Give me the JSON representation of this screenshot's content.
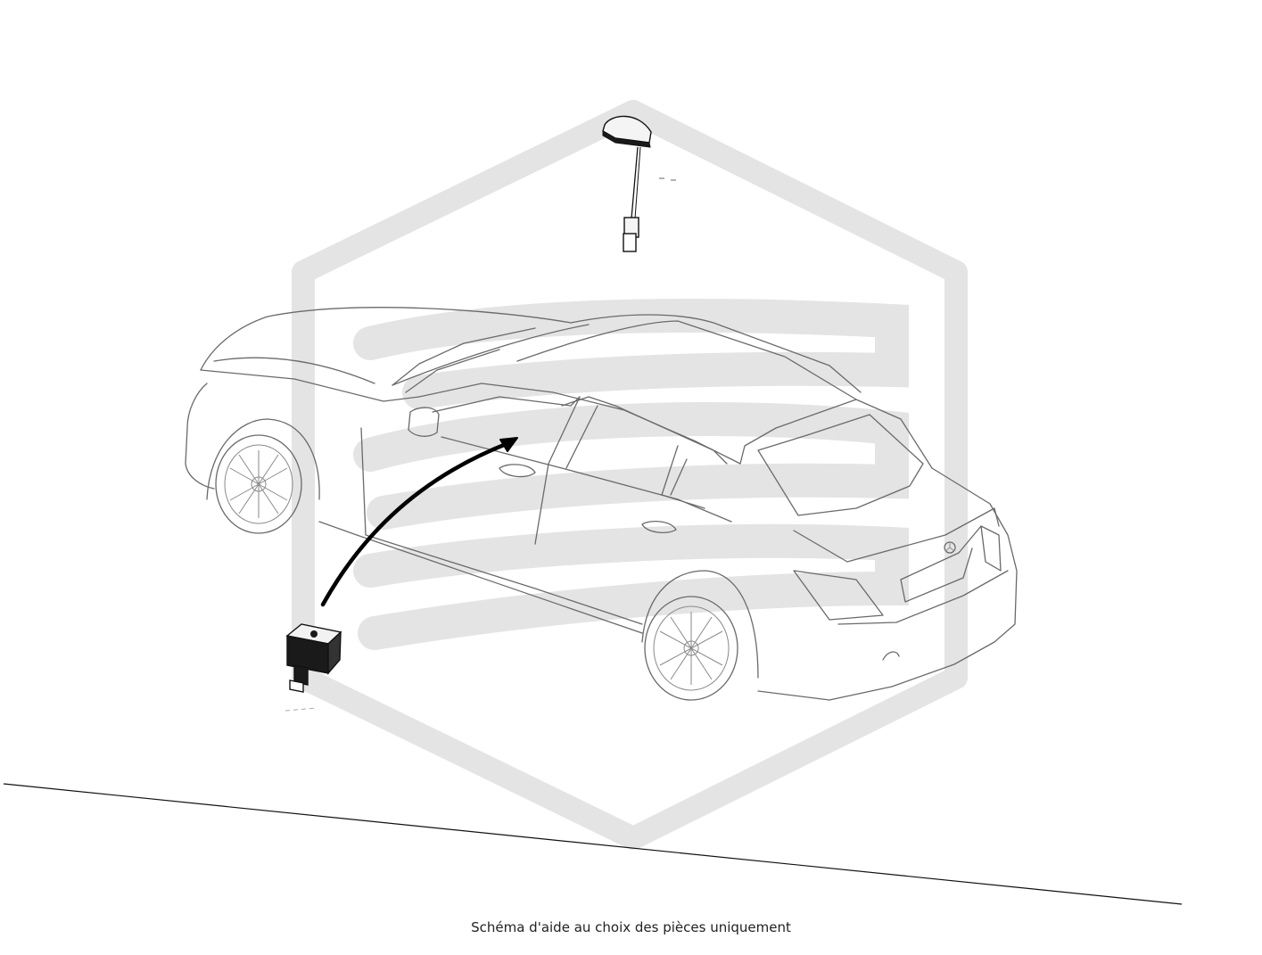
{
  "caption": "Schéma d'aide au choix des pièces uniquement",
  "watermark": {
    "shape": "hexagon-logo-watermark",
    "color": "#e3e3e3"
  },
  "vehicle": {
    "icon": "sedan-car-line-drawing",
    "brand_emblem": "three-pointed-star-emblem"
  },
  "parts": [
    {
      "icon": "roof-antenna-module-with-cable-connector"
    },
    {
      "icon": "dashboard-switch-module"
    }
  ],
  "arrow": {
    "icon": "curved-arrow-to-interior",
    "color": "#000000"
  },
  "colors": {
    "drawing_line": "#6a6a6a",
    "part_fill": "#1a1a1a",
    "watermark": "#e3e3e3"
  }
}
